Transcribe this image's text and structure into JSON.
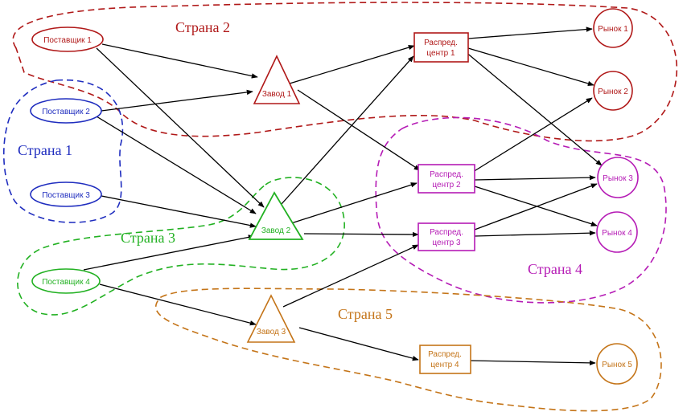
{
  "colors": {
    "country1": "#1f2dbf",
    "country2": "#b01818",
    "country3": "#22b122",
    "country4": "#b51bb5",
    "country5": "#c47418",
    "edge": "#000000"
  },
  "regions": {
    "country1": "Страна 1",
    "country2": "Страна 2",
    "country3": "Страна 3",
    "country4": "Страна 4",
    "country5": "Страна 5"
  },
  "nodes": {
    "supplier1": "Поставщик 1",
    "supplier2": "Поставщик 2",
    "supplier3": "Поставщик 3",
    "supplier4": "Поставщик 4",
    "plant1": "Завод 1",
    "plant2": "Завод 2",
    "plant3": "Завод 3",
    "dc1": [
      "Распред.",
      "центр 1"
    ],
    "dc2": [
      "Распред.",
      "центр 2"
    ],
    "dc3": [
      "Распред.",
      "центр 3"
    ],
    "dc4": [
      "Распред.",
      "центр 4"
    ],
    "market1": "Рынок 1",
    "market2": "Рынок 2",
    "market3": "Рынок 3",
    "market4": "Рынок 4",
    "market5": "Рынок 5"
  }
}
